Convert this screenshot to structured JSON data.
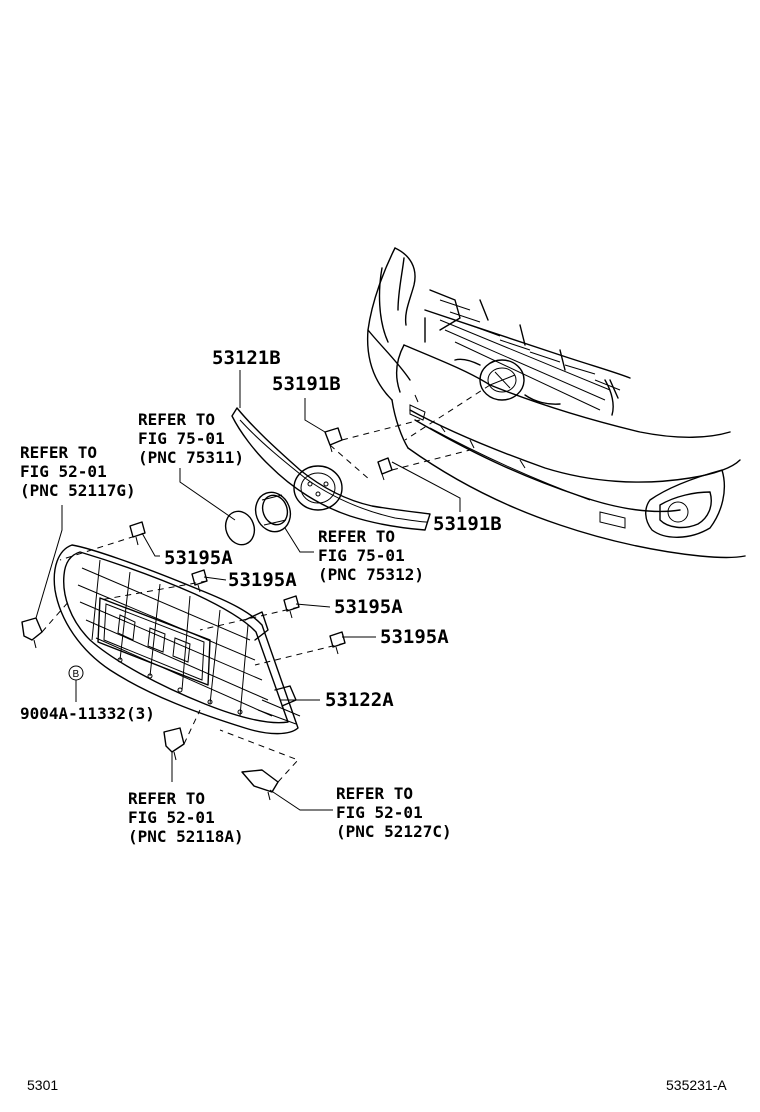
{
  "part_labels": {
    "p53121B": "53121B",
    "p53191B_top": "53191B",
    "p53191B_right": "53191B",
    "p53195A_1": "53195A",
    "p53195A_2": "53195A",
    "p53195A_3": "53195A",
    "p53195A_4": "53195A",
    "p53122A": "53122A",
    "p9004A": "9004A-11332(3)"
  },
  "callout_symbol": "B",
  "references": {
    "r75311": [
      "REFER TO",
      "FIG 75-01",
      "(PNC 75311)"
    ],
    "r52117G": [
      "REFER TO",
      "FIG 52-01",
      "(PNC 52117G)"
    ],
    "r75312": [
      "REFER TO",
      "FIG 75-01",
      "(PNC 75312)"
    ],
    "r52118A": [
      "REFER TO",
      "FIG 52-01",
      "(PNC 52118A)"
    ],
    "r52127C": [
      "REFER TO",
      "FIG 52-01",
      "(PNC 52127C)"
    ]
  },
  "footer": {
    "page_code": "5301",
    "drawing_id": "535231-A"
  }
}
